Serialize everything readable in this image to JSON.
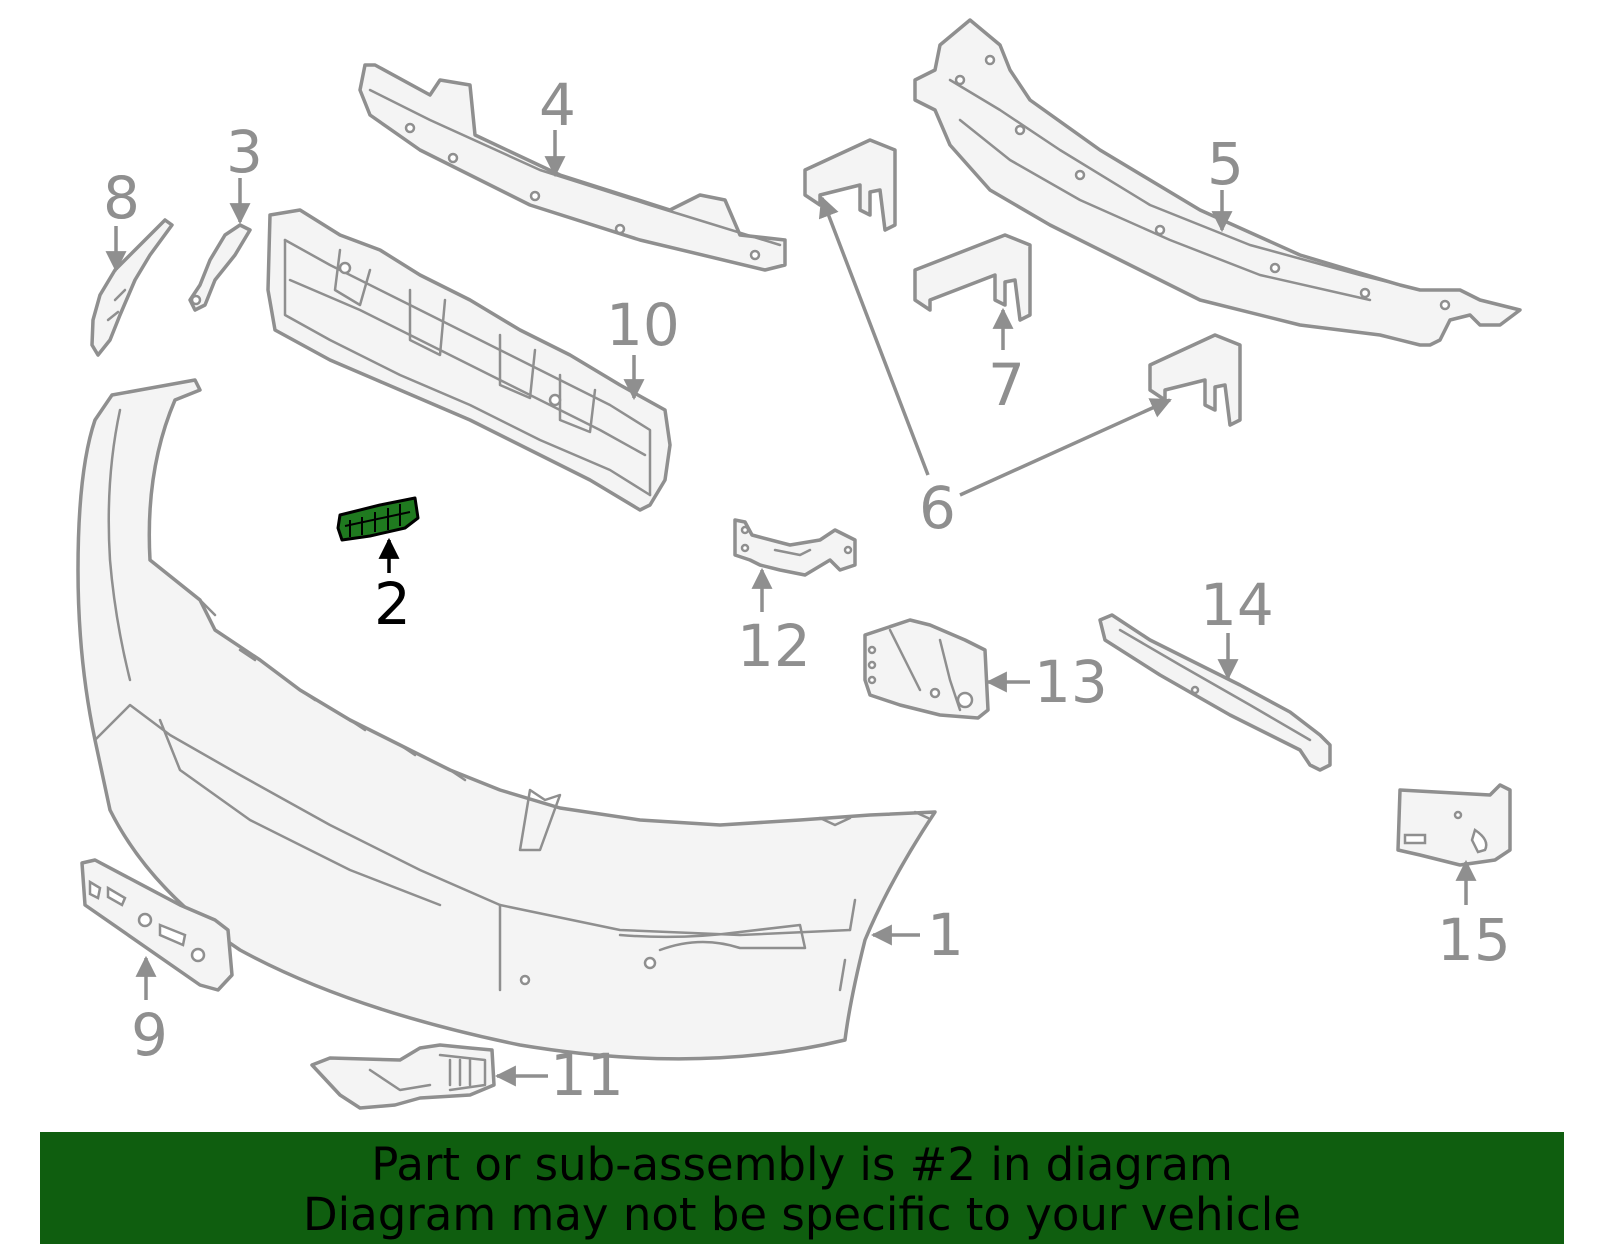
{
  "diagram": {
    "highlighted_part": "2",
    "callouts": [
      "1",
      "2",
      "3",
      "4",
      "5",
      "6",
      "7",
      "8",
      "9",
      "10",
      "11",
      "12",
      "13",
      "14",
      "15"
    ]
  },
  "banner": {
    "line1": "Part or sub-assembly is #2 in diagram",
    "line2": "Diagram may not be specific to your vehicle"
  },
  "colors": {
    "banner_background": "#0f5e0f",
    "highlight_part": "#1f7a1f",
    "line_art": "#8f8f8f"
  }
}
